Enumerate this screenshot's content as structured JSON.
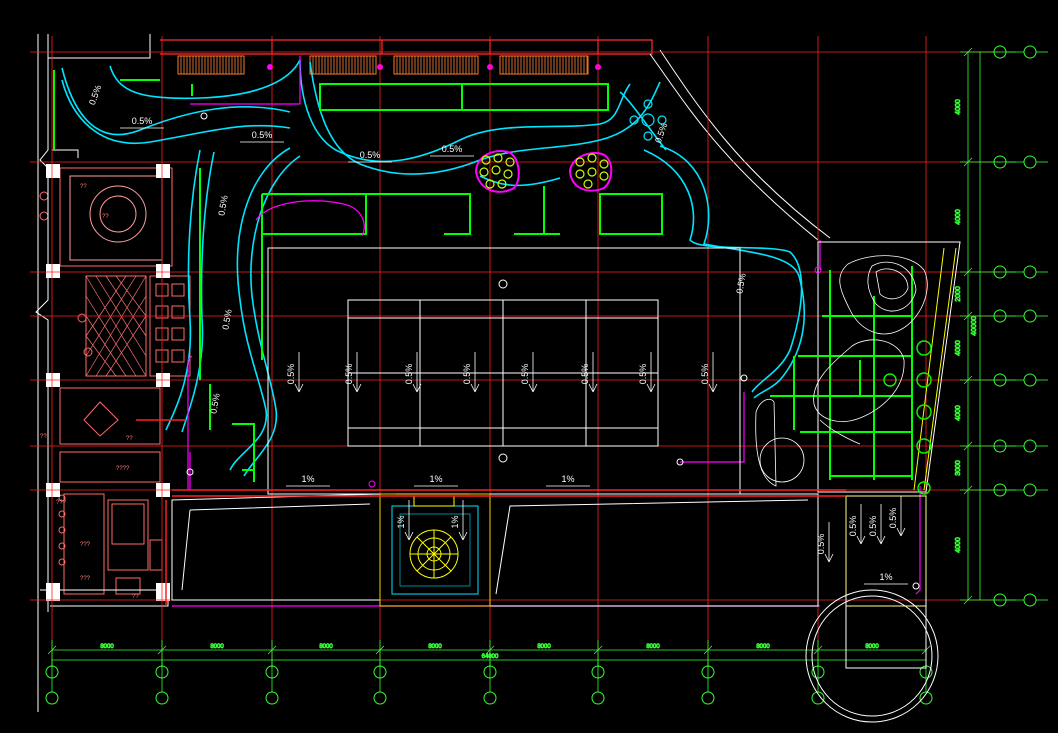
{
  "drawing": {
    "slope_labels": [
      "0.5%",
      "0.5%",
      "0.5%",
      "0.5%",
      "0.5%",
      "0.5%",
      "0.5%",
      "0.5%",
      "0.5%",
      "0.5%",
      "0.5%",
      "0.5%",
      "0.5%",
      "0.5%",
      "0.5%",
      "0.5%",
      "0.5%",
      "0.5%",
      "0.5%",
      "0.5%",
      "0.5%",
      "0.5%",
      "0.5%",
      "1%",
      "1%",
      "1%",
      "1%",
      "1%",
      "1%"
    ],
    "bottom_dimensions": [
      "8000",
      "8000",
      "8000",
      "8000",
      "8000",
      "8000",
      "8000",
      "8000"
    ],
    "bottom_total": "64000",
    "right_dimensions": [
      "4000",
      "4000",
      "2000",
      "4000",
      "4000",
      "3000",
      "4000"
    ],
    "right_total": "40000",
    "interior_marks": [
      "??",
      "??",
      "????",
      "???",
      "???",
      "??",
      "???",
      "??",
      "??"
    ]
  },
  "colors": {
    "background": "#000000",
    "grid_red": "#ff2020",
    "green": "#00ff00",
    "cyan": "#00e5ff",
    "magenta": "#ff00ff",
    "white": "#ffffff",
    "yellow": "#ffff00",
    "pink": "#ff8080"
  }
}
